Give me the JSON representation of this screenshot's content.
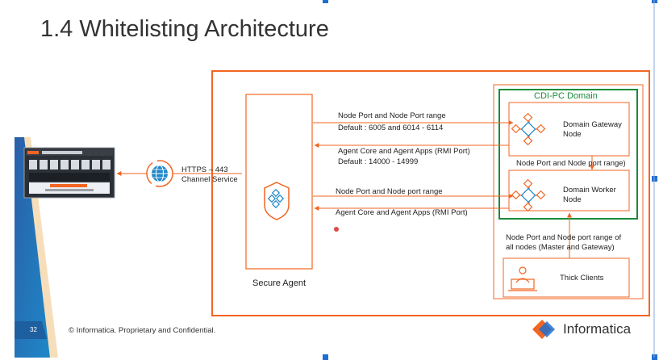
{
  "slide": {
    "title": "1.4 Whitelisting Architecture",
    "page_number": "32",
    "footer": "© Informatica. Proprietary and Confidential.",
    "brand": "Informatica",
    "accent_color": "#f26522",
    "domain_color": "#1a8a3a",
    "handle_color": "#1f6fd1"
  },
  "diagram": {
    "cloud_label_line1": "HTTPS – 443",
    "cloud_label_line2": "Channel Service",
    "secure_agent": "Secure Agent",
    "domain_title": "CDI-PC Domain",
    "gateway_node": "Domain Gateway Node",
    "worker_node": "Domain Worker Node",
    "thick_clients": "Thick Clients",
    "arrow1_line1": "Node Port and Node Port range",
    "arrow1_line2": "Default : 6005 and  6014 - 6114",
    "arrow2_line1": "Agent Core and Agent Apps (RMI Port)",
    "arrow2_line2": "Default : 14000 - 14999",
    "inter_node_label": "Node Port and Node port range)",
    "arrow3": "Node Port and Node port range",
    "arrow4": "Agent Core and Agent Apps (RMI Port)",
    "thick_line1": "Node Port and Node port range of",
    "thick_line2": "all nodes (Master and Gateway)"
  }
}
